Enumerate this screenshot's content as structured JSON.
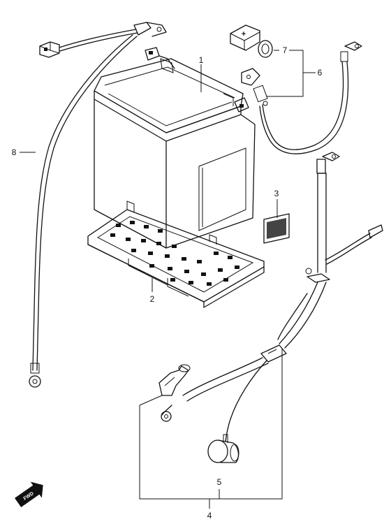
{
  "callouts": {
    "c1": "1",
    "c2": "2",
    "c3": "3",
    "c4": "4",
    "c5": "5",
    "c6": "6",
    "c7": "7",
    "c8": "8"
  },
  "terminal_cap_mark": "+",
  "direction_badge": "FWD"
}
